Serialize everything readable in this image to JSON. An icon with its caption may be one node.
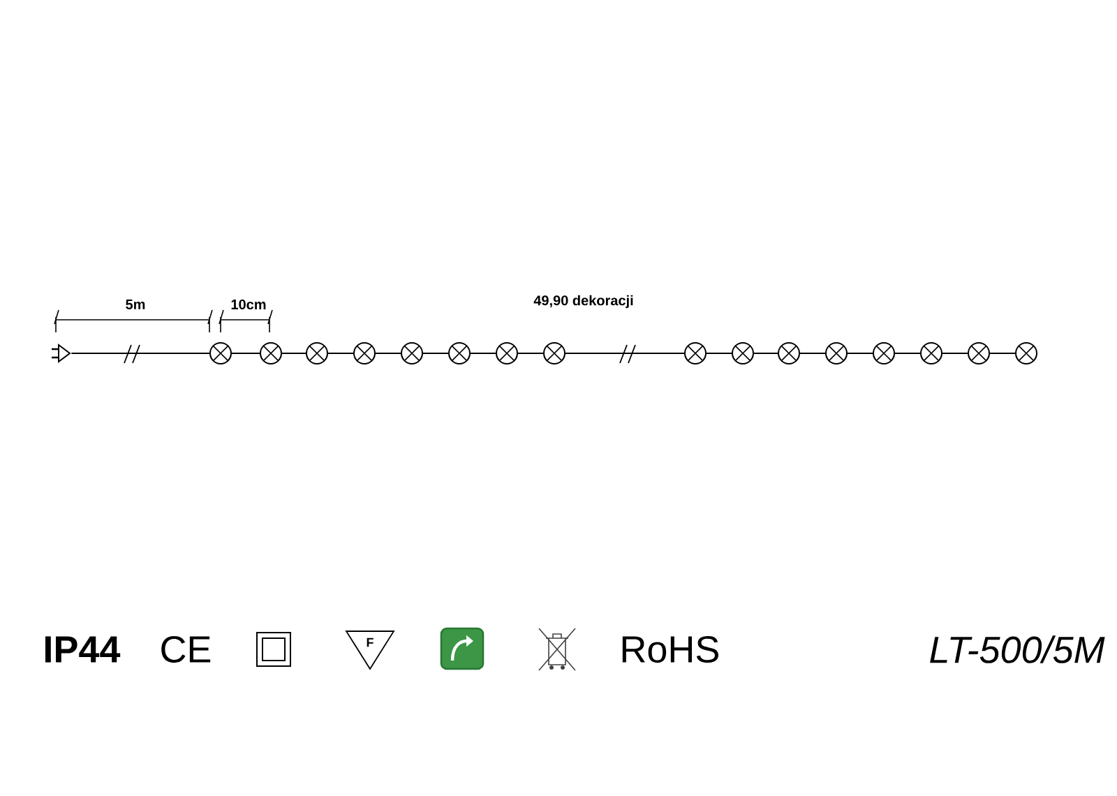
{
  "diagram": {
    "nodes": [
      {
        "text": [],
        "shape": "plug"
      },
      {
        "text": [],
        "shape": "circle"
      },
      {
        "text": [],
        "shape": "circle"
      },
      {
        "text": [],
        "shape": "circle"
      },
      {
        "text": [],
        "shape": "circle"
      },
      {
        "text": [],
        "shape": "circle"
      },
      {
        "text": [],
        "shape": "circle"
      },
      {
        "text": [],
        "shape": "circle"
      },
      {
        "text": [],
        "shape": "circle"
      },
      {
        "text": [],
        "shape": "circle"
      },
      {
        "text": [],
        "shape": "circle"
      },
      {
        "text": [],
        "shape": "circle"
      },
      {
        "text": [],
        "shape": "circle"
      },
      {
        "text": [],
        "shape": "circle"
      },
      {
        "text": [],
        "shape": "circle"
      },
      {
        "text": [],
        "shape": "circle"
      },
      {
        "text": [],
        "shape": "circle"
      }
    ],
    "edges": [
      {
        "from": 0,
        "to": 1,
        "arrow": "none"
      },
      {
        "from": 1,
        "to": 2,
        "arrow": "none"
      },
      {
        "from": 2,
        "to": 3,
        "arrow": "none"
      },
      {
        "from": 3,
        "to": 4,
        "arrow": "none"
      },
      {
        "from": 4,
        "to": 5,
        "arrow": "none"
      },
      {
        "from": 5,
        "to": 6,
        "arrow": "none"
      },
      {
        "from": 6,
        "to": 7,
        "arrow": "none"
      },
      {
        "from": 7,
        "to": 8,
        "arrow": "none"
      },
      {
        "from": 8,
        "to": 9,
        "arrow": "none"
      },
      {
        "from": 9,
        "to": 10,
        "arrow": "none"
      },
      {
        "from": 10,
        "to": 11,
        "arrow": "none"
      },
      {
        "from": 11,
        "to": 12,
        "arrow": "none"
      },
      {
        "from": 12,
        "to": 13,
        "arrow": "none"
      },
      {
        "from": 13,
        "to": 14,
        "arrow": "none"
      },
      {
        "from": 14,
        "to": 15,
        "arrow": "none"
      },
      {
        "from": 15,
        "to": 16,
        "arrow": "none"
      }
    ],
    "labels": [
      "5m",
      "10cm",
      "49,90 dekoracji",
      "IP44",
      "CE",
      "F",
      "RoHS",
      "LT-500/5M"
    ]
  }
}
